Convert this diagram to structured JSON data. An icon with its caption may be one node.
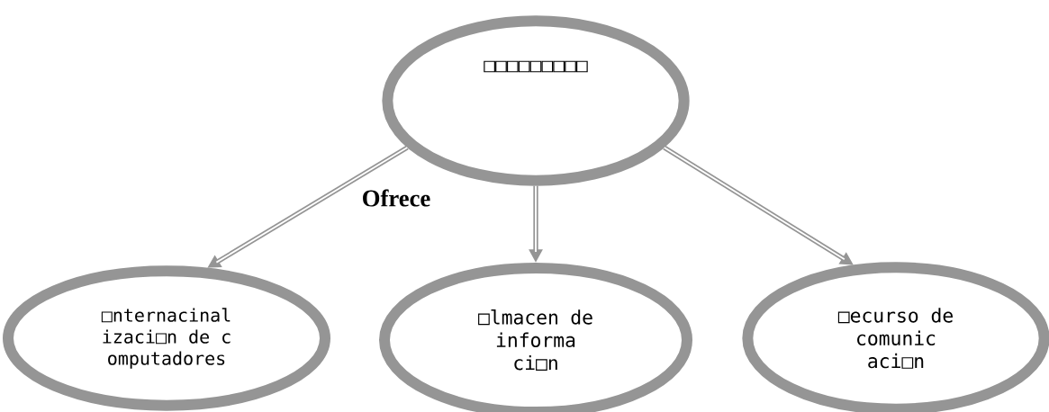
{
  "diagram": {
    "nodes": [
      {
        "text": [
          "□□□□□□□□□"
        ]
      },
      {
        "text": [
          "□nternacinal izaci□n de c omputadores"
        ]
      },
      {
        "text": [
          "□lmacen de informa ci□n"
        ]
      },
      {
        "text": [
          "□ecurso de comunic aci□n"
        ]
      }
    ],
    "edges": [
      {
        "from": 0,
        "to": 1,
        "arrow": "to"
      },
      {
        "from": 0,
        "to": 2,
        "arrow": "to"
      },
      {
        "from": 0,
        "to": 3,
        "arrow": "to"
      }
    ],
    "labels": [
      "Ofrece"
    ]
  }
}
